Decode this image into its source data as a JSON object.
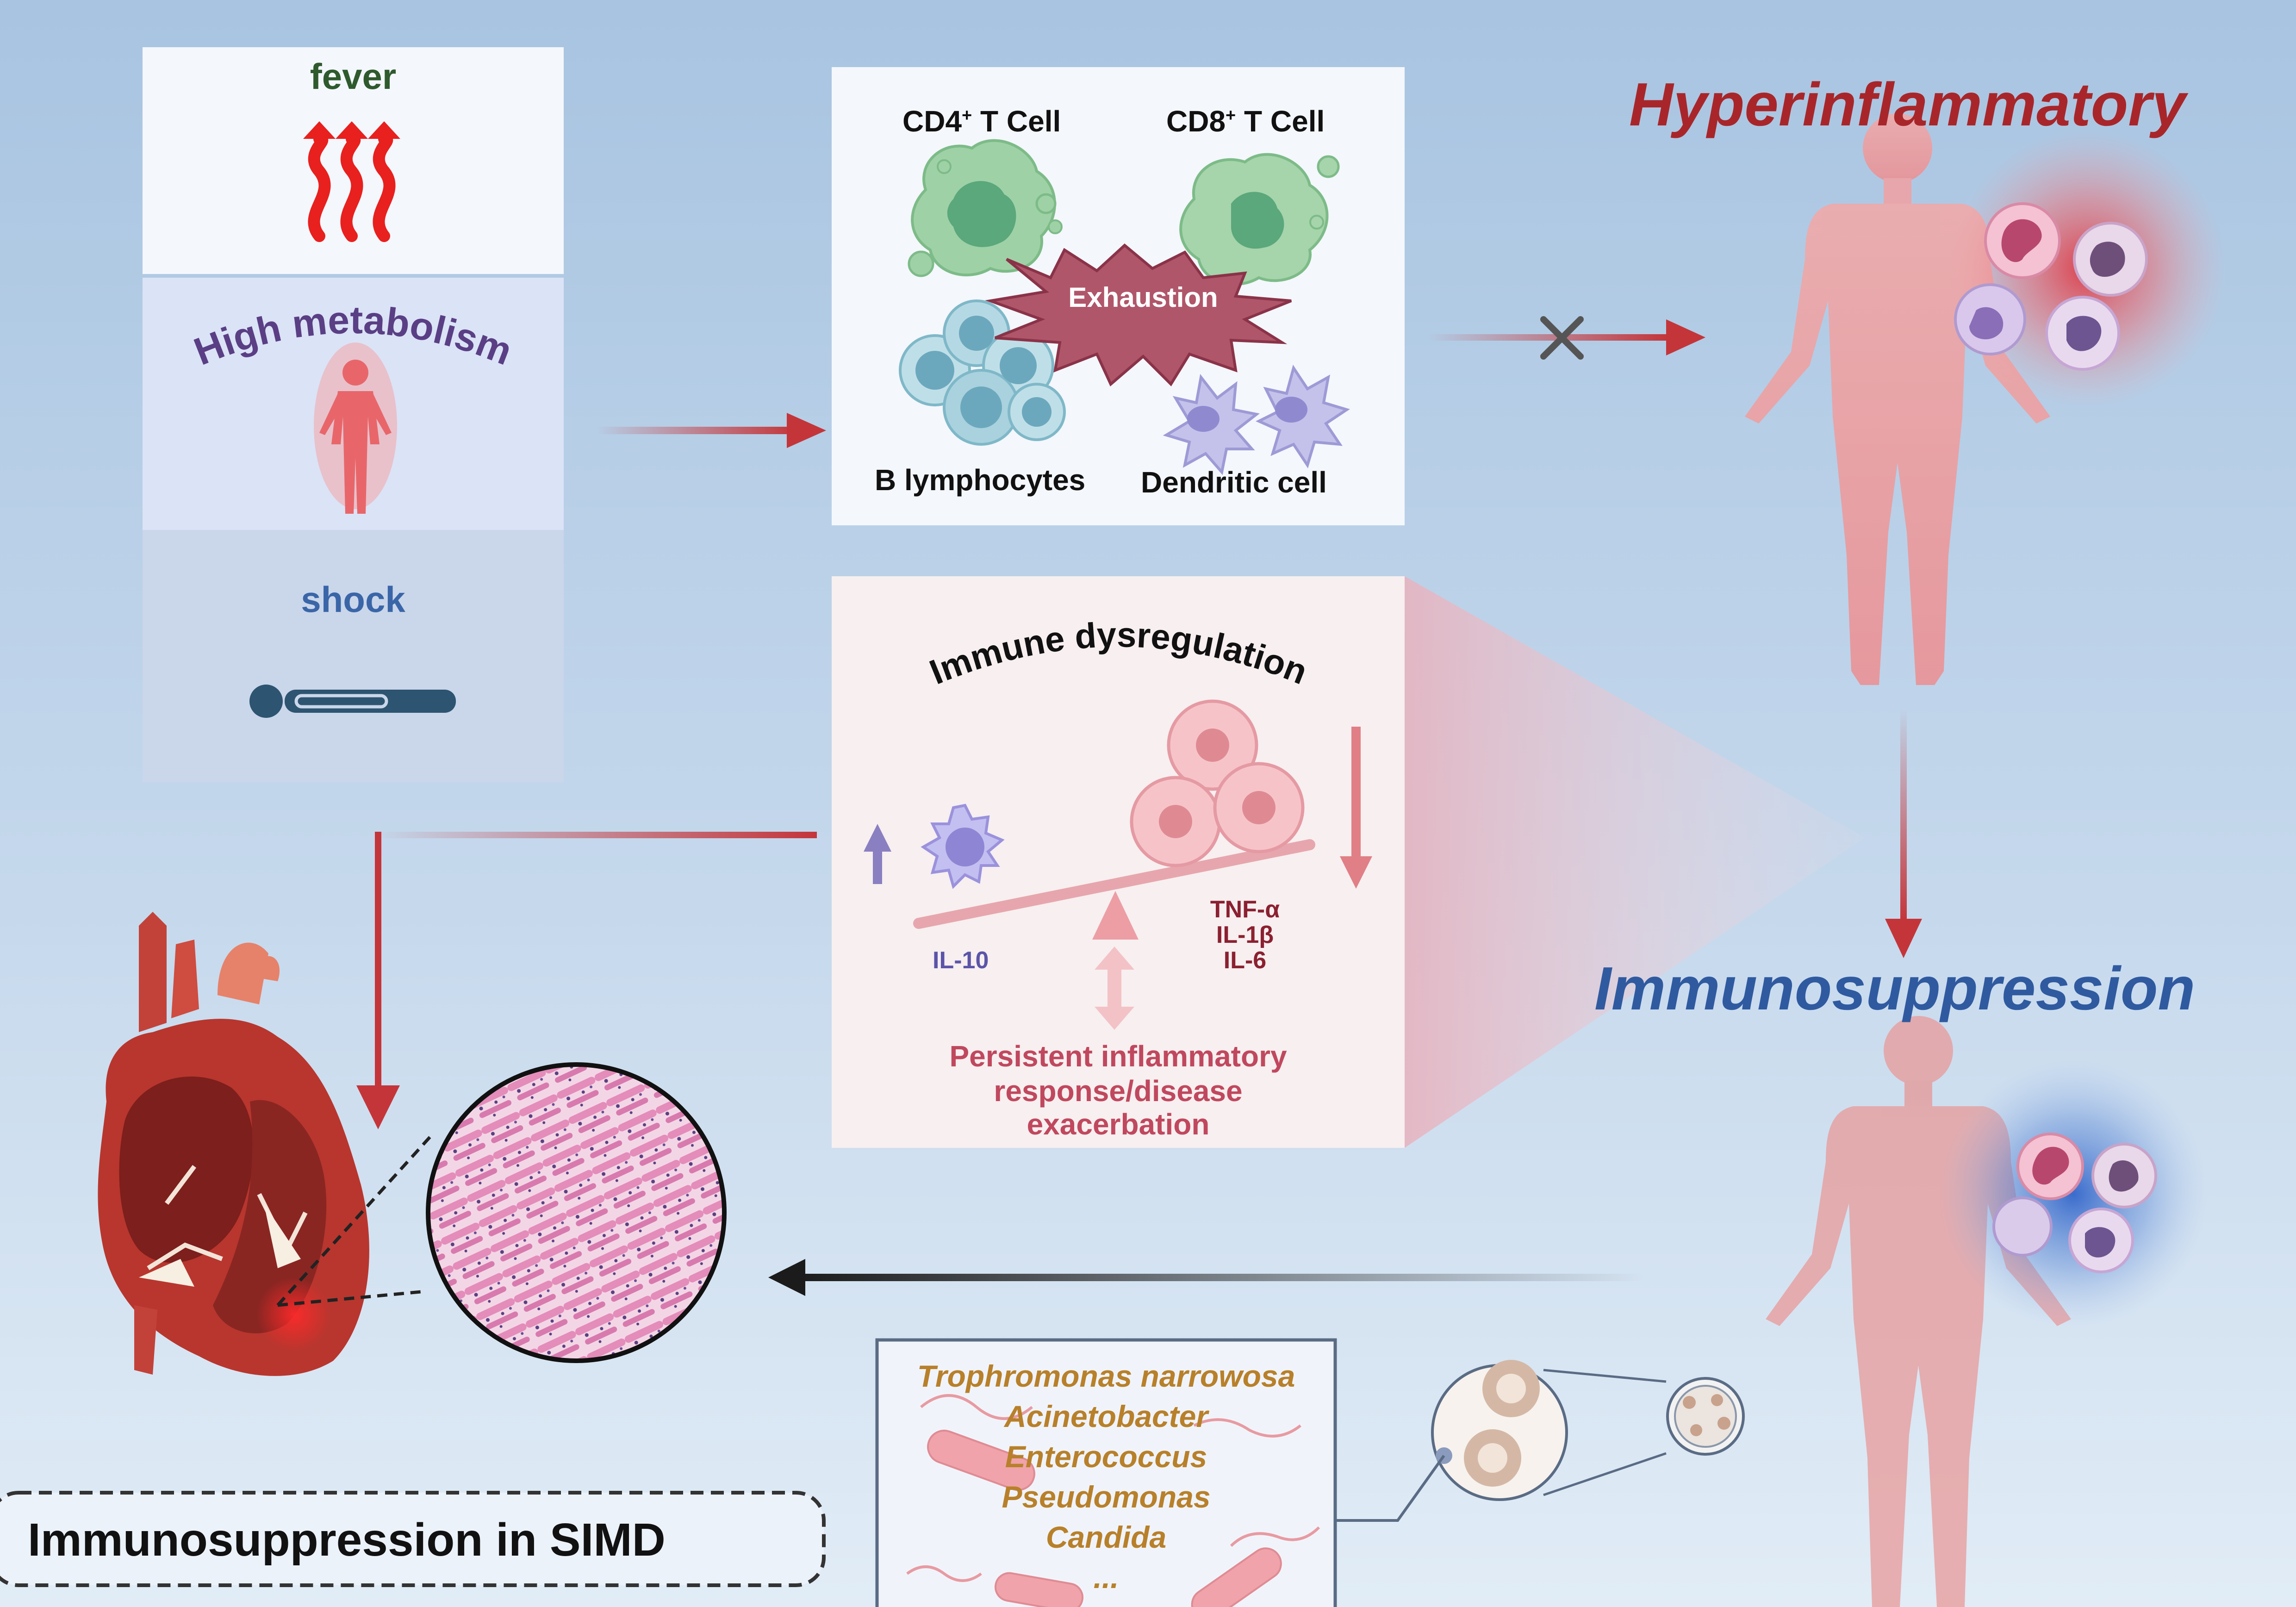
{
  "symptoms": {
    "fever": "fever",
    "metabolism": "High metabolism",
    "shock": "shock"
  },
  "cells": {
    "cd4": "CD4",
    "cd8": "CD8",
    "sup": "+",
    "t_cell": " T Cell",
    "b_cells": "B lymphocytes",
    "dendritic": "Dendritic cell",
    "exhaustion": "Exhaustion"
  },
  "dysregulation": {
    "title": "Immune dysregulation",
    "il10": "IL-10",
    "cytokines": [
      "TNF-α",
      "IL-1β",
      "IL-6"
    ],
    "outcome": [
      "Persistent inflammatory",
      "response/disease",
      "exacerbation"
    ]
  },
  "states": {
    "hyper": "Hyperinflammatory",
    "immuno": "Immunosuppression"
  },
  "pathogens": [
    "Trophromonas narrowosa",
    "Acinetobacter",
    "Enterococcus",
    "Pseudomonas",
    "Candida",
    "..."
  ],
  "footer": "Immunosuppression  in SIMD",
  "colors": {
    "fever": "#2e5a2e",
    "metabolism": "#5a3f85",
    "shock": "#3a66a8",
    "hyper": "#a8262a",
    "immuno": "#2f5aa0",
    "outcome": "#c0485e",
    "pathogen": "#b8802a",
    "arrow_red": "#c4353a",
    "arrow_dark": "#222222"
  }
}
